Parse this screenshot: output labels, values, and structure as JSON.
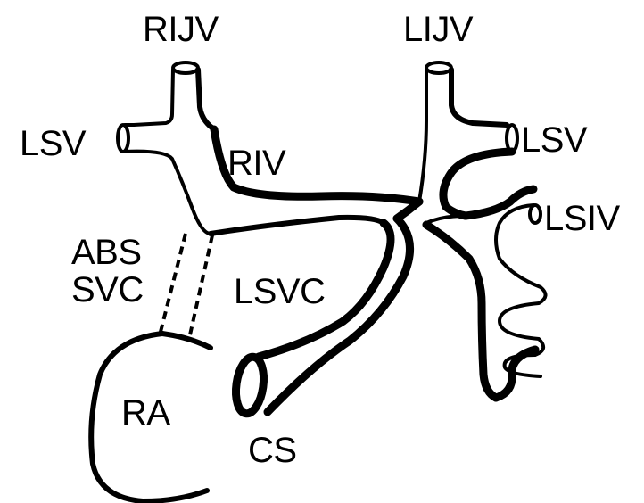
{
  "labels": {
    "rijv": "RIJV",
    "lijv": "LIJV",
    "lsv_right": "LSV",
    "lsv_left": "LSV",
    "riv": "RIV",
    "lsiv": "LSIV",
    "abs": "ABS",
    "svc": "SVC",
    "lsvc": "LSVC",
    "ra": "RA",
    "cs": "CS"
  },
  "colors": {
    "ink": "#000000",
    "background": "#ffffff"
  }
}
